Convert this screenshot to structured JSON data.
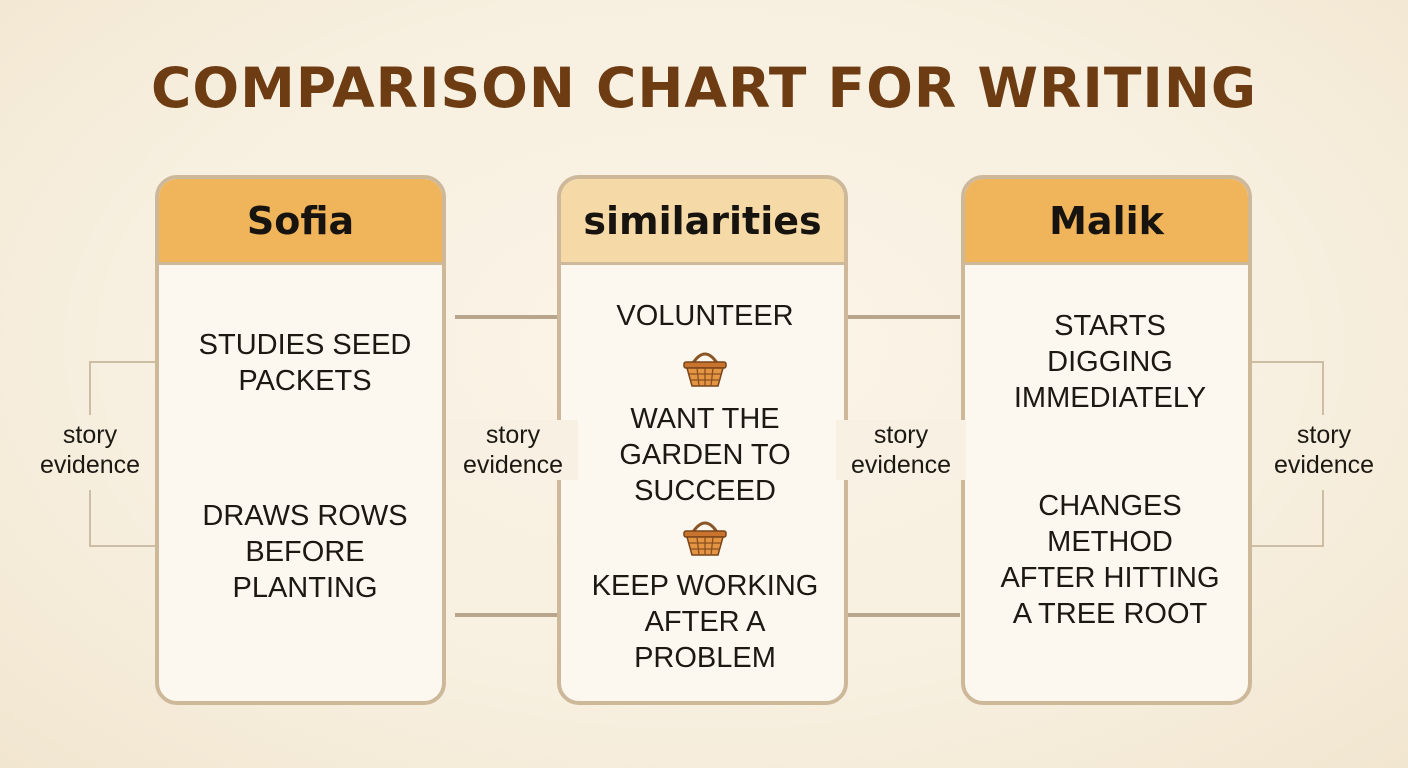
{
  "title": "COMPARISON CHART FOR WRITING",
  "columns": {
    "left": {
      "header": "Sofia",
      "items": [
        "STUDIES SEED\nPACKETS",
        "DRAWS ROWS\nBEFORE\nPLANTING"
      ]
    },
    "middle": {
      "header": "similarities",
      "items": [
        "VOLUNTEER",
        "WANT THE\nGARDEN TO\nSUCCEED",
        "KEEP WORKING\nAFTER A\nPROBLEM"
      ]
    },
    "right": {
      "header": "Malik",
      "items": [
        "STARTS\nDIGGING\nIMMEDIATELY",
        "CHANGES\nMETHOD\nAFTER HITTING\nA TREE ROOT"
      ]
    }
  },
  "evidence_label": "story\nevidence",
  "icons": [
    "basket-icon",
    "basket-icon"
  ],
  "colors": {
    "title": "#6e3c13",
    "header_gold": "#f0b45b",
    "header_light": "#f5d9a6",
    "border": "#cdb89a",
    "arrow": "#b8a58b",
    "background": "#f7efdf"
  }
}
